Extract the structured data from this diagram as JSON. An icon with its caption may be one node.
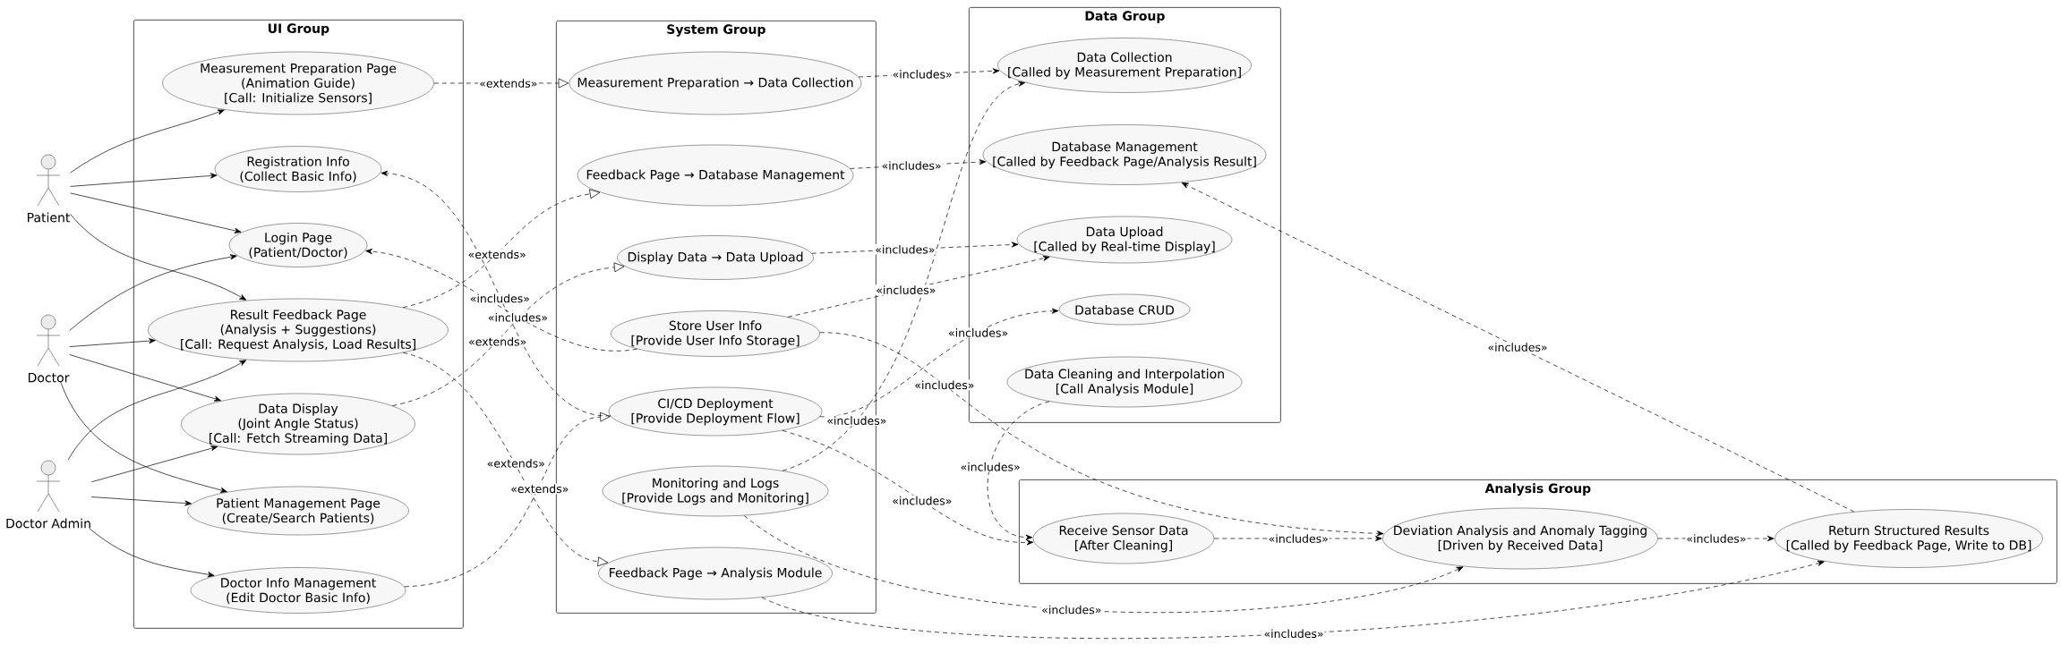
{
  "diagram": {
    "nodes": [
      {
        "text": [
          "Patient"
        ]
      },
      {
        "text": [
          "Doctor"
        ]
      },
      {
        "text": [
          "Doctor Admin"
        ]
      },
      {
        "text": [
          "UI Group"
        ]
      },
      {
        "text": [
          "Measurement Preparation Page (Animation Guide) [Call: Initialize Sensors]"
        ],
        "in": 3
      },
      {
        "text": [
          "Registration Info (Collect Basic Info)"
        ],
        "in": 3
      },
      {
        "text": [
          "Login Page (Patient/Doctor)"
        ],
        "in": 3
      },
      {
        "text": [
          "Result Feedback Page (Analysis + Suggestions) [Call: Request Analysis, Load Results]"
        ],
        "in": 3
      },
      {
        "text": [
          "Data Display (Joint Angle Status) [Call: Fetch Streaming Data]"
        ],
        "in": 3
      },
      {
        "text": [
          "Patient Management Page (Create/Search Patients)"
        ],
        "in": 3
      },
      {
        "text": [
          "Doctor Info Management (Edit Doctor Basic Info)"
        ],
        "in": 3
      },
      {
        "text": [
          "System Group"
        ]
      },
      {
        "text": [
          "Measurement Preparation → Data Collection"
        ],
        "in": 11
      },
      {
        "text": [
          "Feedback Page → Database Management"
        ],
        "in": 11
      },
      {
        "text": [
          "Display Data → Data Upload"
        ],
        "in": 11
      },
      {
        "text": [
          "Store User Info [Provide User Info Storage]"
        ],
        "in": 11
      },
      {
        "text": [
          "CI/CD Deployment [Provide Deployment Flow]"
        ],
        "in": 11
      },
      {
        "text": [
          "Monitoring and Logs [Provide Logs and Monitoring]"
        ],
        "in": 11
      },
      {
        "text": [
          "Feedback Page → Analysis Module"
        ],
        "in": 11
      },
      {
        "text": [
          "Data Group"
        ]
      },
      {
        "text": [
          "Data Collection [Called by Measurement Preparation]"
        ],
        "in": 19
      },
      {
        "text": [
          "Database Management [Called by Feedback Page/Analysis Result]"
        ],
        "in": 19
      },
      {
        "text": [
          "Data Upload [Called by Real-time Display]"
        ],
        "in": 19
      },
      {
        "text": [
          "Database CRUD"
        ],
        "in": 19
      },
      {
        "text": [
          "Data Cleaning and Interpolation [Call Analysis Module]"
        ],
        "in": 19
      },
      {
        "text": [
          "Analysis Group"
        ]
      },
      {
        "text": [
          "Receive Sensor Data [After Cleaning]"
        ],
        "in": 25
      },
      {
        "text": [
          "Deviation Analysis and Anomaly Tagging [Driven by Received Data]"
        ],
        "in": 25
      },
      {
        "text": [
          "Return Structured Results [Called by Feedback Page, Write to DB]"
        ],
        "in": 25
      }
    ],
    "edges": [
      {
        "from": 0,
        "to": 4,
        "arrow": "to"
      },
      {
        "from": 0,
        "to": 5,
        "arrow": "to"
      },
      {
        "from": 0,
        "to": 6,
        "arrow": "to"
      },
      {
        "from": 0,
        "to": 7,
        "arrow": "to"
      },
      {
        "from": 1,
        "to": 6,
        "arrow": "to"
      },
      {
        "from": 1,
        "to": 7,
        "arrow": "to"
      },
      {
        "from": 1,
        "to": 8,
        "arrow": "to"
      },
      {
        "from": 1,
        "to": 9,
        "arrow": "to"
      },
      {
        "from": 2,
        "to": 7,
        "arrow": "to"
      },
      {
        "from": 2,
        "to": 8,
        "arrow": "to"
      },
      {
        "from": 2,
        "to": 9,
        "arrow": "to"
      },
      {
        "from": 2,
        "to": 10,
        "arrow": "to"
      },
      {
        "from": 4,
        "to": 12,
        "arrow": "to",
        "label": "«extends»",
        "style": "dashed"
      },
      {
        "from": 7,
        "to": 13,
        "arrow": "to",
        "label": "«extends»",
        "style": "dashed"
      },
      {
        "from": 8,
        "to": 14,
        "arrow": "to",
        "label": "«extends»",
        "style": "dashed"
      },
      {
        "from": 7,
        "to": 18,
        "arrow": "to",
        "label": "«extends»",
        "style": "dashed"
      },
      {
        "from": 10,
        "to": 16,
        "arrow": "to",
        "label": "«extends»",
        "style": "dashed"
      },
      {
        "from": 15,
        "to": 6,
        "arrow": "to",
        "label": "«includes»",
        "style": "dashed"
      },
      {
        "from": 16,
        "to": 5,
        "arrow": "to",
        "label": "«includes»",
        "style": "dashed"
      },
      {
        "from": 12,
        "to": 20,
        "arrow": "to",
        "label": "«includes»",
        "style": "dashed"
      },
      {
        "from": 13,
        "to": 21,
        "arrow": "to",
        "label": "«includes»",
        "style": "dashed"
      },
      {
        "from": 14,
        "to": 22,
        "arrow": "to",
        "label": "«includes»",
        "style": "dashed"
      },
      {
        "from": 15,
        "to": 22,
        "arrow": "to",
        "label": "«includes»",
        "style": "dashed"
      },
      {
        "from": 16,
        "to": 23,
        "arrow": "to",
        "label": "«includes»",
        "style": "dashed"
      },
      {
        "from": 15,
        "to": 27,
        "arrow": "to",
        "label": "«includes»",
        "style": "dashed"
      },
      {
        "from": 16,
        "to": 26,
        "arrow": "to",
        "label": "«includes»",
        "style": "dashed"
      },
      {
        "from": 17,
        "to": 20,
        "arrow": "to",
        "label": "«includes»",
        "style": "dashed"
      },
      {
        "from": 24,
        "to": 26,
        "arrow": "to",
        "label": "«includes»",
        "style": "dashed"
      },
      {
        "from": 17,
        "to": 27,
        "arrow": "to",
        "label": "«includes»",
        "style": "dashed"
      },
      {
        "from": 18,
        "to": 28,
        "arrow": "to",
        "label": "«includes»",
        "style": "dashed"
      },
      {
        "from": 26,
        "to": 27,
        "arrow": "to",
        "label": "«includes»",
        "style": "dashed"
      },
      {
        "from": 27,
        "to": 28,
        "arrow": "to",
        "label": "«includes»",
        "style": "dashed"
      },
      {
        "from": 28,
        "to": 21,
        "arrow": "to",
        "label": "«includes»",
        "style": "dashed"
      }
    ]
  }
}
